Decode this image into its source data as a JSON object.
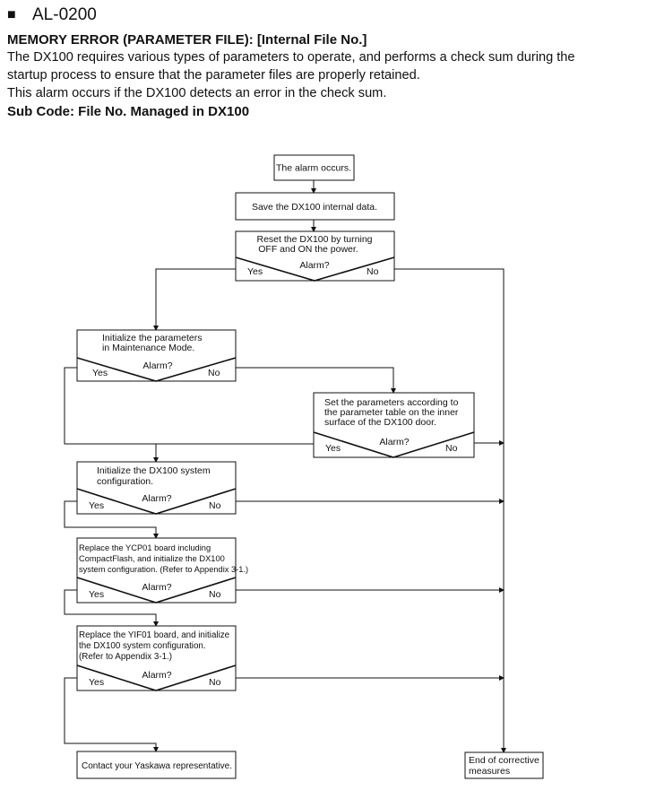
{
  "header": {
    "bullet": "■",
    "alarm_code": "AL-0200",
    "title": "MEMORY ERROR (PARAMETER FILE): [Internal File No.]",
    "description_line1": "The DX100 requires various types of parameters to operate, and performs a check sum during the",
    "description_line2": "startup process to ensure that the parameter files are properly retained.",
    "description_line3": "This alarm occurs if the DX100 detects an error in the check sum.",
    "sub_code": "Sub Code: File No. Managed in DX100"
  },
  "flowchart": {
    "alarm_occurs": "The alarm occurs.",
    "save_data": "Save the DX100 internal data.",
    "reset": [
      "Reset the DX100 by turning",
      "OFF and ON the power."
    ],
    "init_params": [
      "Initialize the parameters",
      "in Maintenance Mode."
    ],
    "set_params": [
      "Set the parameters according to",
      "the parameter table on the inner",
      "surface of the DX100 door."
    ],
    "init_system": [
      "Initialize the DX100 system",
      "configuration."
    ],
    "replace_ycp01": [
      "Replace the YCP01 board including",
      "CompactFlash, and initialize the DX100",
      "system configuration. (Refer to Appendix 3-1.)"
    ],
    "replace_yif01": [
      "Replace the YIF01 board, and initialize",
      "the DX100 system configuration.",
      "(Refer to Appendix 3-1.)"
    ],
    "contact": "Contact your Yaskawa representative.",
    "end": [
      "End of corrective",
      "measures"
    ],
    "decision_label": "Alarm?",
    "yes_label": "Yes",
    "no_label": "No"
  }
}
